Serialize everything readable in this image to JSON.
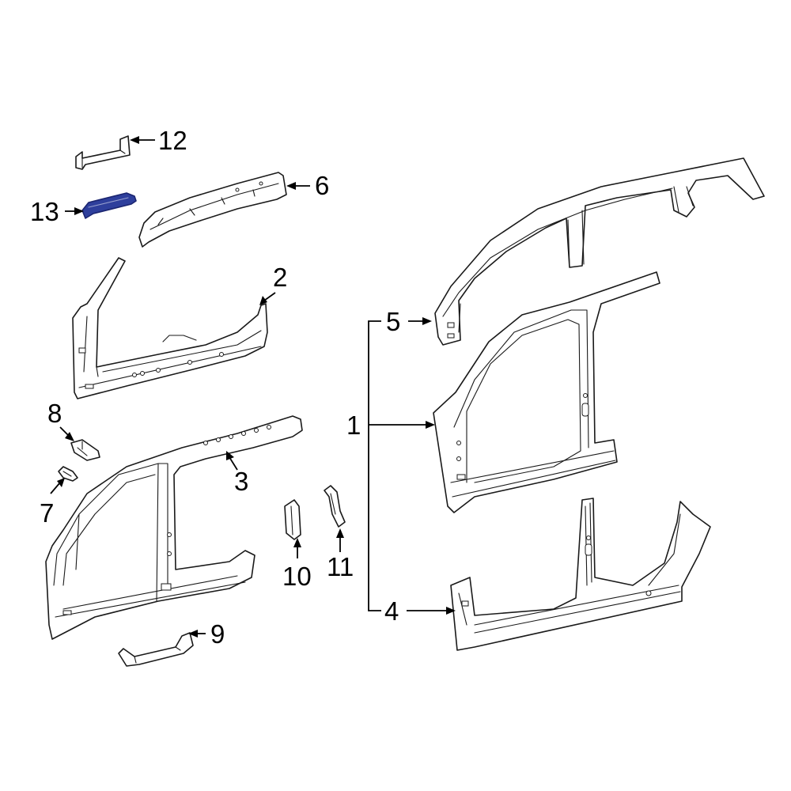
{
  "diagram": {
    "callouts": {
      "c1": "1",
      "c2": "2",
      "c3": "3",
      "c4": "4",
      "c5": "5",
      "c6": "6",
      "c7": "7",
      "c8": "8",
      "c9": "9",
      "c10": "10",
      "c11": "11",
      "c12": "12",
      "c13": "13"
    },
    "highlighted_part": "13",
    "colors": {
      "highlight_fill": "#2e3f9c",
      "highlight_stroke": "#1b2570",
      "line": "#1a1a1a",
      "background": "#ffffff"
    }
  }
}
